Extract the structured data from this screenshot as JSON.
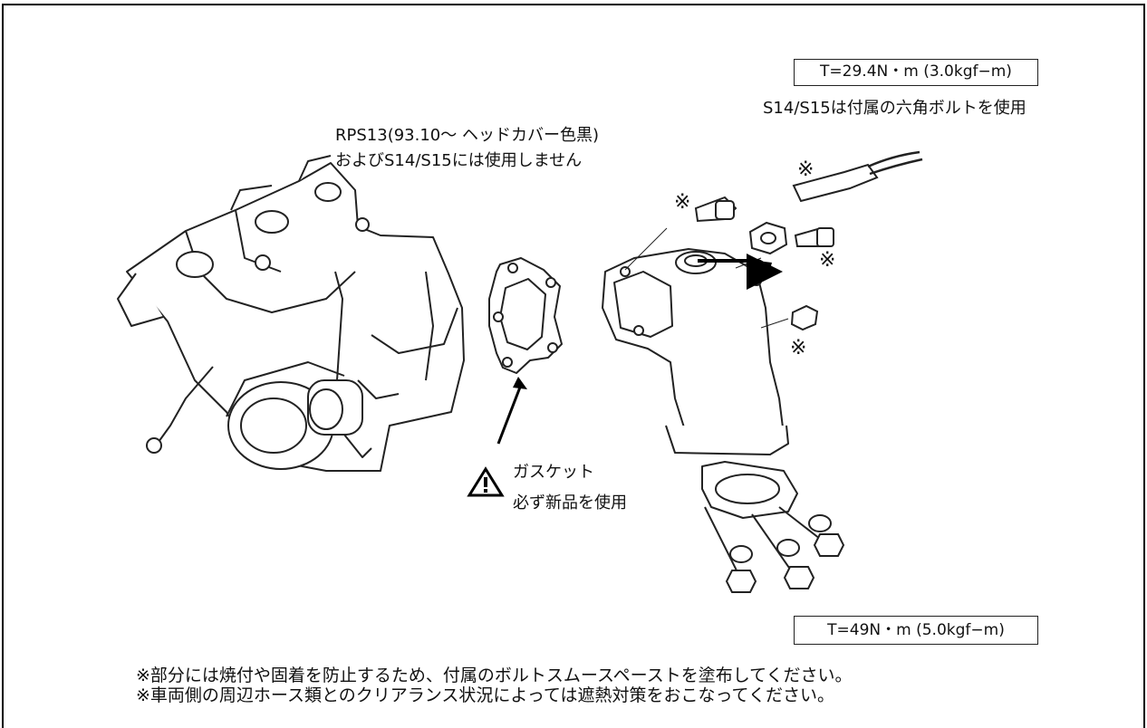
{
  "torque_top": "T=29.4N・m (3.0kgf−m)",
  "torque_top_note": "S14/S15は付属の六角ボルトを使用",
  "rps13_note_line1": "RPS13(93.10～ ヘッドカバー色黒)",
  "rps13_note_line2": "およびS14/S15には使用しません",
  "gasket_line1": "ガスケット",
  "gasket_line2": "必ず新品を使用",
  "mark_symbol": "※",
  "torque_bottom": "T=49N・m (5.0kgf−m)",
  "footer_notes": [
    "※部分には焼付や固着を防止するため、付属のボルトスムースペーストを塗布してください。",
    "※車両側の周辺ホース類とのクリアランス状況によっては遮熱対策をおこなってください。"
  ]
}
